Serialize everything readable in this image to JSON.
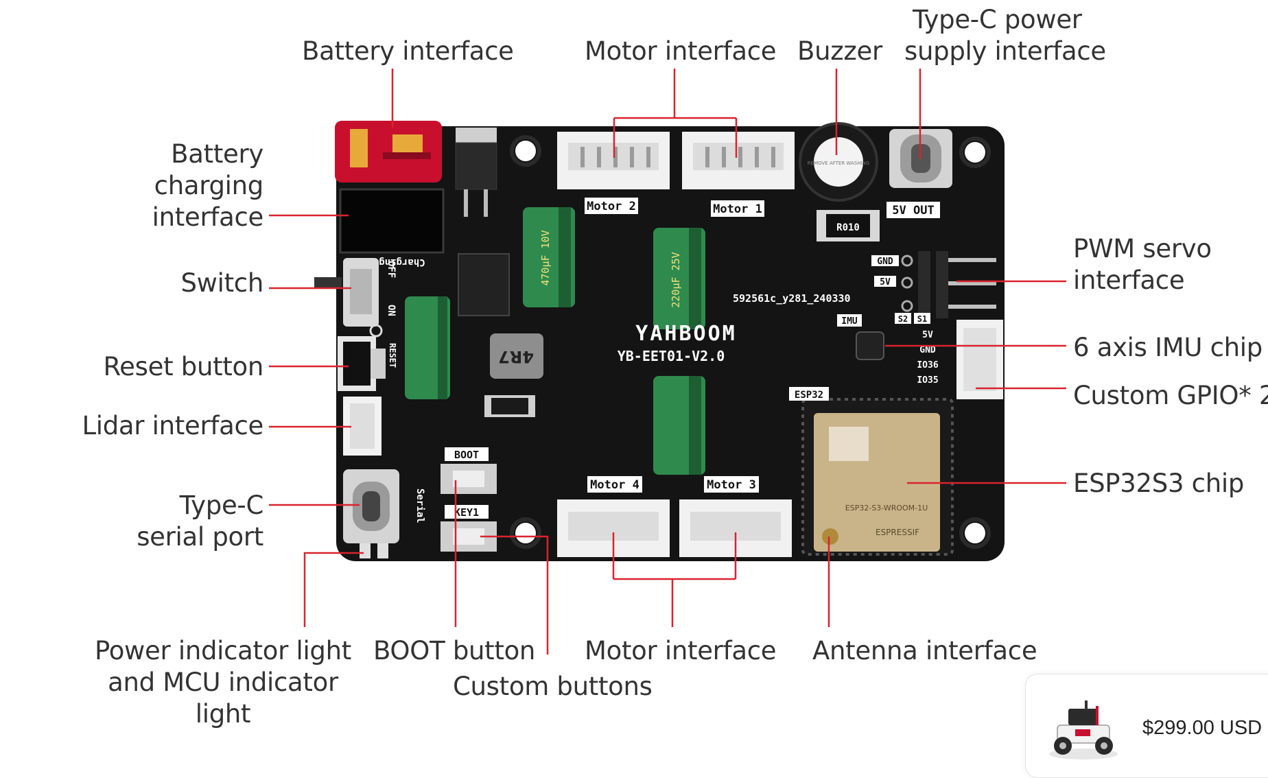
{
  "labels": {
    "battery_interface": "Battery interface",
    "motor_interface_top": "Motor interface",
    "buzzer": "Buzzer",
    "type_c_power_line1": "Type-C power",
    "type_c_power_line2": "supply interface",
    "battery_charging_line1": "Battery",
    "battery_charging_line2": "charging",
    "battery_charging_line3": "interface",
    "switch": "Switch",
    "reset_button": "Reset button",
    "lidar_interface": "Lidar interface",
    "type_c_serial_line1": "Type-C",
    "type_c_serial_line2": "serial port",
    "pwm_servo_line1": "PWM servo",
    "pwm_servo_line2": "interface",
    "imu_chip": "6 axis IMU chip",
    "custom_gpio": "Custom GPIO* 2",
    "esp32s3_chip": "ESP32S3 chip",
    "power_indicator_line1": "Power indicator light",
    "power_indicator_line2": "and MCU indicator",
    "power_indicator_line3": "light",
    "boot_button": "BOOT button",
    "custom_buttons": "Custom buttons",
    "motor_interface_bottom": "Motor interface",
    "antenna_interface": "Antenna interface"
  },
  "board_silkscreen": {
    "brand": "YAHBOOM",
    "model": "YB-EET01-V2.0",
    "serial": "592561c_y281_240330",
    "motor1": "Motor 1",
    "motor2": "Motor 2",
    "motor3": "Motor 3",
    "motor4": "Motor 4",
    "five_v_out": "5V OUT",
    "boot": "BOOT",
    "key1": "KEY1",
    "esp32": "ESP32",
    "imu": "IMU",
    "gnd": "GND",
    "five_v": "5V",
    "s2": "S2",
    "s1": "S1",
    "gpio_5v": "5V",
    "gpio_gnd": "GND",
    "io36": "IO36",
    "io35": "IO35",
    "off": "OFF",
    "on": "ON",
    "charging": "Charging",
    "reset": "RESET",
    "serial_port": "Serial",
    "inductor": "4R7",
    "resistor": "R010",
    "cap_small": "470µF 10V",
    "cap_large": "220µF 25V",
    "buzzer_sticker": "REMOVE AFTER WASHING",
    "module_brand": "ESPRESSIF",
    "module_model": "ESP32-S3-WROOM-1U"
  },
  "product": {
    "price": "$299.00 USD"
  },
  "colors": {
    "pcb": "#141414",
    "leader_line": "#d9232e",
    "label_text": "#333333",
    "connector": "#f1f1f1",
    "capacitor": "#2f8a4e",
    "battery_connector": "#c8102e",
    "module_shield": "#c9b48a"
  }
}
